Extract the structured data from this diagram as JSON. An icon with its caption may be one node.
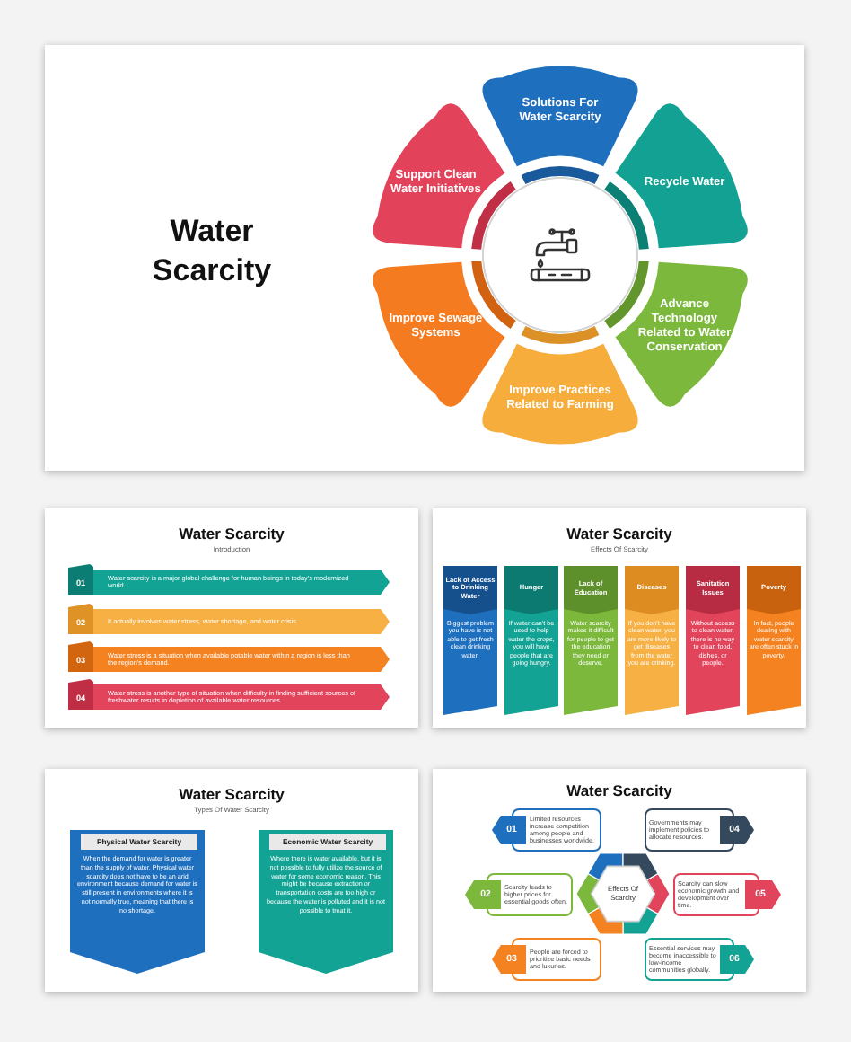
{
  "diagram": {
    "nodes": [
      {
        "text": [
          "Water Scarcity"
        ]
      },
      {
        "text": [
          "Solutions For Water Scarcity"
        ],
        "in": 0
      },
      {
        "text": [
          "Recycle Water"
        ],
        "in": 0
      },
      {
        "text": [
          "Advance Technology Related to Water Conservation"
        ],
        "in": 0
      },
      {
        "text": [
          "Improve Practices Related to Farming"
        ],
        "in": 0
      },
      {
        "text": [
          "Improve Sewage Systems"
        ],
        "in": 0
      },
      {
        "text": [
          "Support Clean Water Initiatives"
        ],
        "in": 0
      },
      {
        "text": [
          "Water Scarcity",
          "Introduction"
        ]
      },
      {
        "text": [
          "01",
          "Water scarcity is a major global challenge for human beings in today's modernized world."
        ],
        "in": 7
      },
      {
        "text": [
          "02",
          "It actually involves water stress, water shortage, and water crisis."
        ],
        "in": 7
      },
      {
        "text": [
          "03",
          "Water stress is a situation when available potable water within a region is less than the region's demand."
        ],
        "in": 7
      },
      {
        "text": [
          "04",
          "Water stress is another type of situation when difficulty in finding sufficient sources of freshwater results in depletion of available water resources."
        ],
        "in": 7
      },
      {
        "text": [
          "Water Scarcity",
          "Effects Of Scarcity"
        ]
      },
      {
        "text": [
          "Lack of Access to Drinking Water",
          "Biggest problem you have is not able to get fresh clean drinking water."
        ],
        "in": 12
      },
      {
        "text": [
          "Hunger",
          "If water can't be used to help water the crops, you will have people that are going hungry."
        ],
        "in": 12
      },
      {
        "text": [
          "Lack of Education",
          "Water scarcity makes it difficult for people to get the education they need or deserve."
        ],
        "in": 12
      },
      {
        "text": [
          "Diseases",
          "If you don't have clean water, you are more likely to get diseases from the water you are drinking."
        ],
        "in": 12
      },
      {
        "text": [
          "Sanitation Issues",
          "Without access to clean water, there is no way to clean food, dishes, or people."
        ],
        "in": 12
      },
      {
        "text": [
          "Poverty",
          "In fact, people dealing with water scarcity are often stuck in poverty."
        ],
        "in": 12
      },
      {
        "text": [
          "Water Scarcity",
          "Types Of Water Scarcity"
        ]
      },
      {
        "text": [
          "Physical Water Scarcity",
          "When the demand for water is greater than the supply of water. Physical water scarcity does not have to be an arid environment because demand for water is still present in environments where it is not normally true, meaning that there is no shortage."
        ],
        "in": 19
      },
      {
        "text": [
          "Economic Water Scarcity",
          "Where there is water available, but it is not possible to fully utilize the source of water for some economic reason. This might be because extraction or transportation costs are too high or because the water is polluted and it is not possible to treat it."
        ],
        "in": 19
      },
      {
        "text": [
          "Water Scarcity"
        ]
      },
      {
        "text": [
          "Effects Of Scarcity"
        ],
        "in": 22
      },
      {
        "text": [
          "01"
        ],
        "in": 22
      },
      {
        "text": [
          "Limited resources increase competition among people and businesses worldwide."
        ],
        "in": 22
      },
      {
        "text": [
          "02"
        ],
        "in": 22
      },
      {
        "text": [
          "Scarcity leads to higher prices for essential goods often."
        ],
        "in": 22
      },
      {
        "text": [
          "03"
        ],
        "in": 22
      },
      {
        "text": [
          "People are forced to prioritize basic needs and luxuries."
        ],
        "in": 22
      },
      {
        "text": [
          "Governments may implement policies to allocate resources."
        ],
        "in": 22
      },
      {
        "text": [
          "04"
        ],
        "in": 22
      },
      {
        "text": [
          "Scarcity can slow economic growth and development over time."
        ],
        "in": 22
      },
      {
        "text": [
          "05"
        ],
        "in": 22
      },
      {
        "text": [
          "Essential services may become inaccessible to low-income communities globally."
        ],
        "in": 22
      },
      {
        "text": [
          "06"
        ],
        "in": 22
      }
    ]
  }
}
